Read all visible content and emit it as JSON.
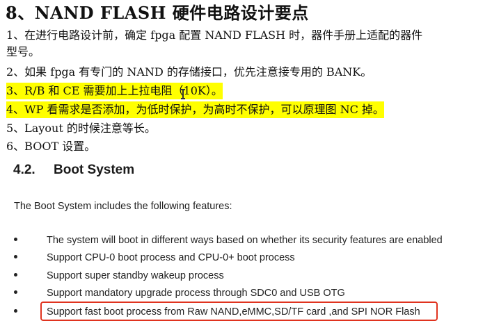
{
  "heading": "8、NAND FLASH 硬件电路设计要点",
  "notes": [
    "1、在进行电路设计前，确定 fpga 配置 NAND FLASH 时，器件手册上适配的器件",
    "型号。",
    "2、如果 fpga 有专门的 NAND 的存储接口，优先注意接专用的 BANK。",
    "3、R/B 和 CE 需要加上上拉电阻（10K）。",
    "4、WP 看需求是否添加，为低时保护，为高时不保护，可以原理图 NC 掉。",
    "5、Layout 的时候注意等长。",
    "6、BOOT 设置。"
  ],
  "highlight_color": "#ffff00",
  "section": {
    "number": "4.2.",
    "title": "Boot System",
    "intro": "The Boot System includes the following features:",
    "features": [
      "The system will boot in different ways based on whether its security features are enabled",
      "Support CPU-0 boot process and CPU-0+ boot process",
      "Support super standby wakeup process",
      "Support mandatory upgrade process through SDC0 and USB OTG",
      "Support fast boot process from Raw NAND,eMMC,SD/TF card ,and SPI NOR Flash"
    ]
  },
  "annotation_box_color": "#e0331f"
}
